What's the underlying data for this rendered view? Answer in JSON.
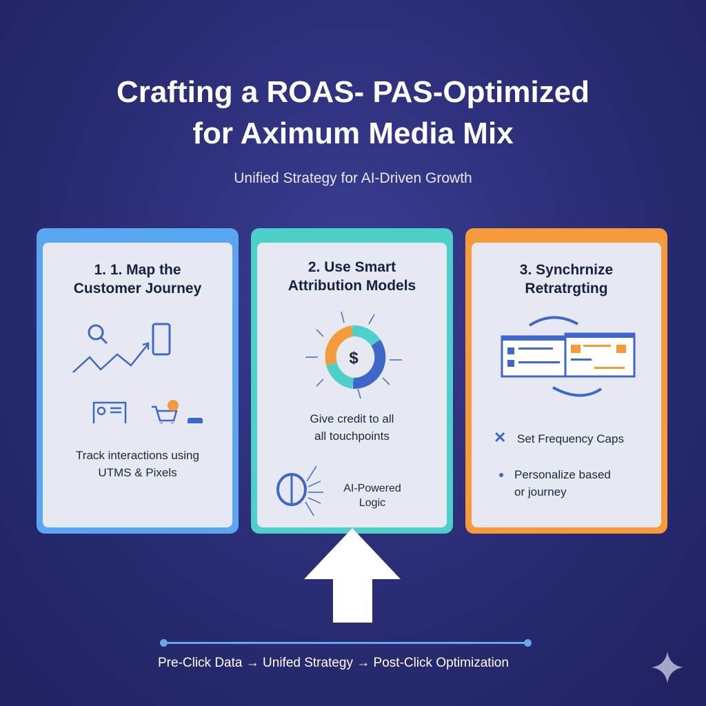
{
  "header": {
    "title_line1": "Crafting a ROAS-  PAS-Optimized",
    "title_line2": "for Aximum Media Mix",
    "subtitle": "Unified Strategy for AI-Driven Growth"
  },
  "cards": [
    {
      "title_line1": "1. 1. Map the",
      "title_line2": "Customer Journey",
      "text_line1": "Track interactions using",
      "text_line2": "UTMS & Pixels",
      "color": "#5aa6f0"
    },
    {
      "title_line1": "2. Use Smart",
      "title_line2": "Attribution Models",
      "text_line1": "Give credit to all",
      "text_line2": "all touchpoints",
      "ai_line1": "AI-Powered",
      "ai_line2": "Logic",
      "color": "#4fcfc9"
    },
    {
      "title_line1": "3. Synchrnize",
      "title_line2": "Retratrgting",
      "item1": "Set Frequency Caps",
      "item2_line1": "Personalize based",
      "item2_line2": "or journey",
      "color": "#f79a3c"
    }
  ],
  "footer": {
    "flow": "Pre-Click Data → Unifed Strategy → Post-Click Optimization"
  },
  "colors": {
    "blue": "#3f66c9",
    "orange": "#f39a3a",
    "teal": "#4fcfc9"
  }
}
